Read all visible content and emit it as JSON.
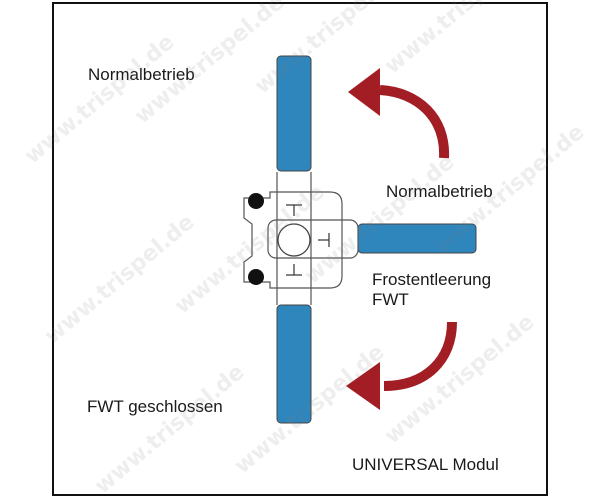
{
  "labels": {
    "top_left": "Normalbetrieb",
    "right_top": "Normalbetrieb",
    "right_mid_line1": "Frostentleerung",
    "right_mid_line2": "FWT",
    "bottom_left": "FWT geschlossen",
    "bottom_right": "UNIVERSAL Modul"
  },
  "watermark": "www.trispel.de",
  "colors": {
    "blade": "#2f86bd",
    "arrow": "#a31d25",
    "frame": "#111111",
    "outline": "#444444"
  }
}
